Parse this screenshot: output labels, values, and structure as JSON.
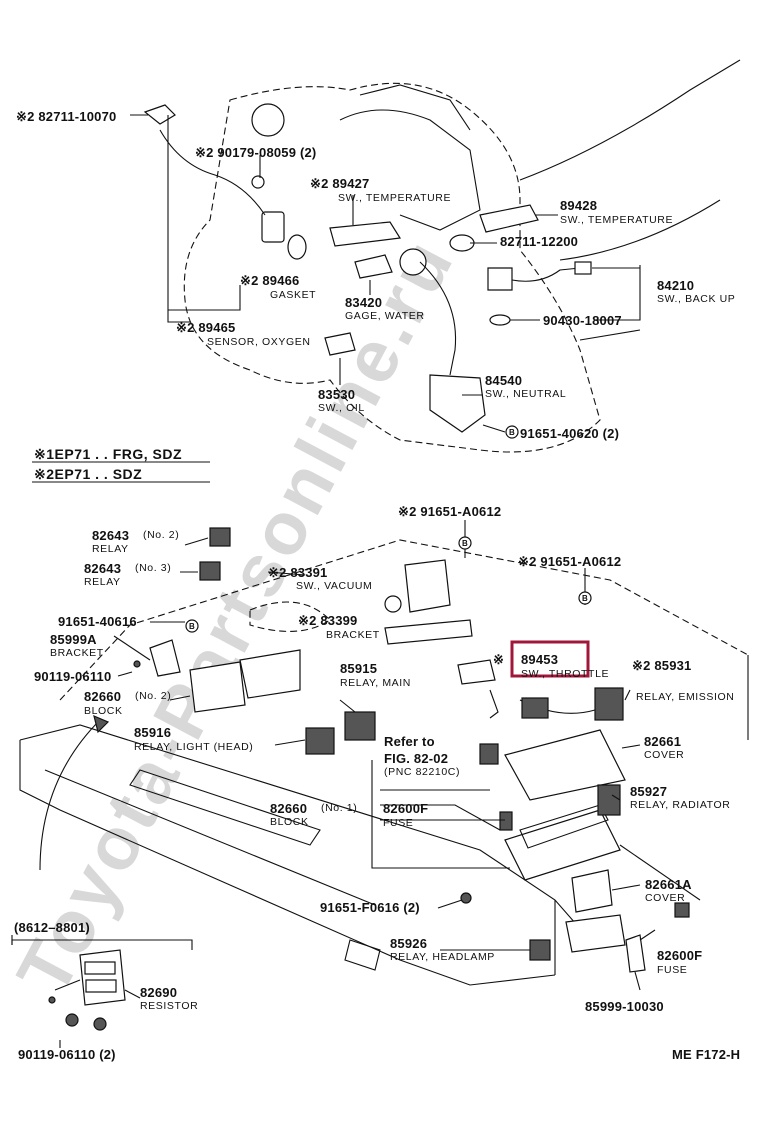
{
  "watermark": "Toyota-Partsonline.ru",
  "highlight_color": "#a0173a",
  "legend": {
    "line1": "※1EP71 . . FRG, SDZ",
    "line2": "※2EP71 . . SDZ"
  },
  "parts": [
    {
      "id": "p1",
      "number": "※2 82711-10070",
      "name": ""
    },
    {
      "id": "p2",
      "number": "※2 90179-08059 (2)",
      "name": ""
    },
    {
      "id": "p3",
      "number": "※2 89427",
      "name": "SW., TEMPERATURE"
    },
    {
      "id": "p4",
      "number": "89428",
      "name": "SW., TEMPERATURE"
    },
    {
      "id": "p5",
      "number": "82711-12200",
      "name": ""
    },
    {
      "id": "p6",
      "number": "※2 89466",
      "name": "GASKET"
    },
    {
      "id": "p7",
      "number": "83420",
      "name": "GAGE, WATER"
    },
    {
      "id": "p8",
      "number": "84210",
      "name": "SW., BACK UP"
    },
    {
      "id": "p9",
      "number": "90430-18007",
      "name": ""
    },
    {
      "id": "p10",
      "number": "※2 89465",
      "name": "SENSOR, OXYGEN"
    },
    {
      "id": "p11",
      "number": "83530",
      "name": "SW., OIL"
    },
    {
      "id": "p12",
      "number": "84540",
      "name": "SW., NEUTRAL"
    },
    {
      "id": "p13",
      "number": "91651-40620 (2)",
      "name": ""
    },
    {
      "id": "p14",
      "number": "※2 91651-A0612",
      "name": ""
    },
    {
      "id": "p15",
      "number": "※2 91651-A0612",
      "name": ""
    },
    {
      "id": "p16",
      "number": "82643",
      "qualifier": "(No. 2)",
      "name": "RELAY"
    },
    {
      "id": "p17",
      "number": "82643",
      "qualifier": "(No. 3)",
      "name": "RELAY"
    },
    {
      "id": "p18",
      "number": "※2 83391",
      "name": "SW., VACUUM"
    },
    {
      "id": "p19",
      "number": "91651-40616",
      "name": ""
    },
    {
      "id": "p20",
      "number": "※2 83399",
      "name": "BRACKET"
    },
    {
      "id": "p21",
      "number": "85999A",
      "name": "BRACKET"
    },
    {
      "id": "p22",
      "number": "90119-06110",
      "name": ""
    },
    {
      "id": "p23",
      "number": "85915",
      "name": "RELAY, MAIN"
    },
    {
      "id": "p24",
      "number": "89453",
      "marker": "※",
      "name": "SW., THROTTLE"
    },
    {
      "id": "p25",
      "number": "※2 85931",
      "name": "RELAY, EMISSION"
    },
    {
      "id": "p26",
      "number": "82660",
      "qualifier": "(No. 2)",
      "name": "BLOCK"
    },
    {
      "id": "p27",
      "number": "85916",
      "name": "RELAY, LIGHT (HEAD)"
    },
    {
      "id": "p28",
      "number": "82661",
      "name": "COVER"
    },
    {
      "id": "p29",
      "number": "82660",
      "qualifier": "(No. 1)",
      "name": "BLOCK"
    },
    {
      "id": "p30",
      "number": "85927",
      "name": "RELAY, RADIATOR"
    },
    {
      "id": "p31",
      "number": "82600F",
      "name": "FUSE"
    },
    {
      "id": "p32",
      "number": "91651-F0616 (2)",
      "name": ""
    },
    {
      "id": "p33",
      "number": "82661A",
      "name": "COVER"
    },
    {
      "id": "p34",
      "number": "85926",
      "name": "RELAY, HEADLAMP"
    },
    {
      "id": "p35",
      "number": "82600F",
      "name": "FUSE"
    },
    {
      "id": "p36",
      "number": "82690",
      "name": "RESISTOR"
    },
    {
      "id": "p37",
      "number": "90119-06110 (2)",
      "name": ""
    },
    {
      "id": "p38",
      "number": "85999-10030",
      "name": ""
    }
  ],
  "refer": {
    "line1": "Refer to",
    "line2": "FIG. 82-02",
    "line3": "(PNC 82210C)"
  },
  "inset_range": "(8612–8801)",
  "figure_code": "ME  F172-H",
  "bolt_marker": "B"
}
